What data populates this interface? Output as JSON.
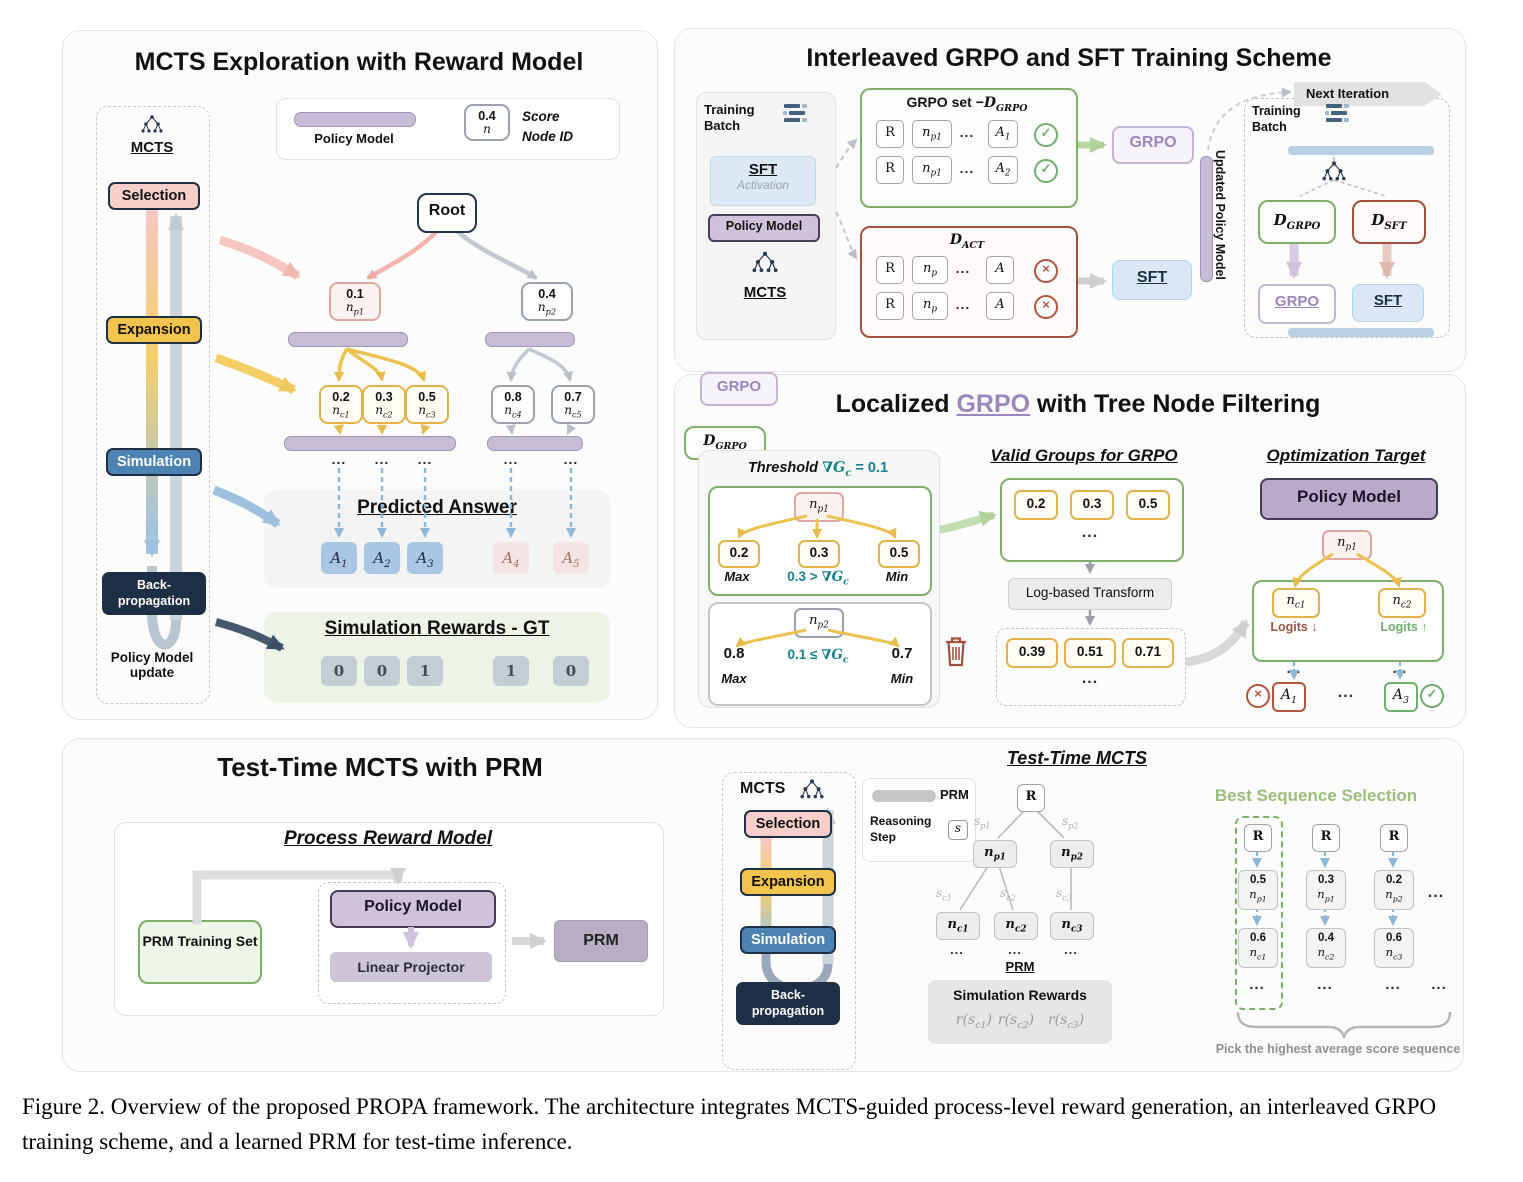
{
  "caption": "Figure 2.  Overview of the proposed PROPA framework.  The architecture integrates MCTS-guided process-level reward generation, an interleaved GRPO training scheme, and a learned PRM for test-time inference.",
  "p1": {
    "title": "MCTS Exploration with Reward Model",
    "pipeline": {
      "mcts": "MCTS",
      "selection": "Selection",
      "expansion": "Expansion",
      "simulation": "Simulation",
      "backprop": "Back-propagation",
      "update": "Policy Model update"
    },
    "legend": {
      "policy_model": "Policy Model",
      "sample_score": "0.4",
      "sample_id": "n",
      "score_label": "Score",
      "node_label": "Node ID"
    },
    "root": "Root",
    "nodes": {
      "np1": {
        "score": "0.1",
        "base": "n",
        "sub": "p1"
      },
      "np2": {
        "score": "0.4",
        "base": "n",
        "sub": "p2"
      },
      "nc1": {
        "score": "0.2",
        "base": "n",
        "sub": "c1"
      },
      "nc2": {
        "score": "0.3",
        "base": "n",
        "sub": "c2"
      },
      "nc3": {
        "score": "0.5",
        "base": "n",
        "sub": "c3"
      },
      "nc4": {
        "score": "0.8",
        "base": "n",
        "sub": "c4"
      },
      "nc5": {
        "score": "0.7",
        "base": "n",
        "sub": "c5"
      }
    },
    "dots": "...",
    "predicted": {
      "title": "Predicted Answer",
      "a1": {
        "base": "A",
        "sub": "1"
      },
      "a2": {
        "base": "A",
        "sub": "2"
      },
      "a3": {
        "base": "A",
        "sub": "3"
      },
      "a4": {
        "base": "A",
        "sub": "4"
      },
      "a5": {
        "base": "A",
        "sub": "5"
      }
    },
    "rewards": {
      "title": "Simulation Rewards - GT",
      "v1": "0",
      "v2": "0",
      "v3": "1",
      "v4": "1",
      "v5": "0"
    }
  },
  "p2": {
    "title": "Interleaved GRPO and SFT Training Scheme",
    "left": {
      "training_batch": "Training Batch",
      "sft": "SFT",
      "activation": "Activation",
      "policy_model": "Policy Model",
      "mcts": "MCTS"
    },
    "grpo_set": {
      "title_pre": "GRPO set ",
      "minus": "−",
      "d": "D",
      "dsub": "GRPO",
      "r": "R",
      "nbase": "n",
      "nsub": "p1",
      "dots": "...",
      "a1": {
        "base": "A",
        "sub": "1"
      },
      "a2": {
        "base": "A",
        "sub": "2"
      },
      "check": "✓"
    },
    "dact": {
      "d": "D",
      "dsub": "ACT",
      "r": "R",
      "nbase": "n",
      "nsub": "p",
      "dots": "...",
      "a": "A",
      "cross": "×"
    },
    "grpo_btn": "GRPO",
    "sft_btn": "SFT",
    "updated": "Updated Policy Model",
    "next_iteration": "Next Iteration",
    "right": {
      "training_batch": "Training Batch",
      "d1": {
        "d": "D",
        "sub": "GRPO"
      },
      "d2": {
        "d": "D",
        "sub": "SFT"
      },
      "grpo": "GRPO",
      "sft": "SFT"
    }
  },
  "p3": {
    "tag_grpo": "GRPO",
    "tag_d": {
      "d": "D",
      "sub": "GRPO"
    },
    "title_pre": "Localized ",
    "title_grpo": "GRPO",
    "title_post": " with Tree Node Filtering",
    "threshold": {
      "label": "Threshold ",
      "nabla": "∇G",
      "sub": "c",
      "eq": " = 0.1"
    },
    "box1": {
      "np1": {
        "base": "n",
        "sub": "p1"
      },
      "v1": "0.2",
      "v2": "0.3",
      "v3": "0.5",
      "max": "Max",
      "min": "Min",
      "cmp": {
        "v": "0.3",
        "op": " > ",
        "nabla": "∇G",
        "sub": "c"
      }
    },
    "box2": {
      "np2": {
        "base": "n",
        "sub": "p2"
      },
      "v1": "0.8",
      "v2": "0.7",
      "max": "Max",
      "min": "Min",
      "cmp": {
        "v": "0.1",
        "op": " ≤ ",
        "nabla": "∇G",
        "sub": "c"
      }
    },
    "valid_title": "Valid Groups for GRPO",
    "group": {
      "v1": "0.2",
      "v2": "0.3",
      "v3": "0.5"
    },
    "transform": "Log-based Transform",
    "loggroup": {
      "v1": "0.39",
      "v2": "0.51",
      "v3": "0.71"
    },
    "opt_title": "Optimization Target",
    "policy_model": "Policy Model",
    "np1": {
      "base": "n",
      "sub": "p1"
    },
    "nc1": {
      "base": "n",
      "sub": "c1"
    },
    "nc2": {
      "base": "n",
      "sub": "c2"
    },
    "logits_down": "Logits ↓",
    "logits_up": "Logits ↑",
    "a1": {
      "base": "A",
      "sub": "1"
    },
    "a3": {
      "base": "A",
      "sub": "3"
    },
    "check": "✓",
    "cross": "×",
    "dots": "..."
  },
  "p4": {
    "title": "Test-Time MCTS with PRM",
    "prm_section": {
      "title": "Process Reward Model",
      "training_set": "PRM Training Set",
      "policy_model": "Policy Model",
      "linear": "Linear Projector",
      "prm": "PRM"
    },
    "pipeline": {
      "mcts": "MCTS",
      "selection": "Selection",
      "expansion": "Expansion",
      "simulation": "Simulation",
      "backprop": "Back-propagation"
    },
    "tt_title": "Test-Time MCTS",
    "legend": {
      "prm": "PRM",
      "reasoning": "Reasoning Step",
      "s": "s"
    },
    "tree": {
      "r": "R",
      "sp1": {
        "base": "s",
        "sub": "p1"
      },
      "sp2": {
        "base": "s",
        "sub": "p2"
      },
      "np1": {
        "base": "n",
        "sub": "p1"
      },
      "np2": {
        "base": "n",
        "sub": "p2"
      },
      "sc1": {
        "base": "s",
        "sub": "c1"
      },
      "sc2": {
        "base": "s",
        "sub": "c2"
      },
      "sc3": {
        "base": "s",
        "sub": "c3"
      },
      "nc1": {
        "base": "n",
        "sub": "c1"
      },
      "nc2": {
        "base": "n",
        "sub": "c2"
      },
      "nc3": {
        "base": "n",
        "sub": "c3"
      },
      "prm_label": "PRM"
    },
    "sim_rewards": {
      "title": "Simulation Rewards",
      "r1": {
        "pre": "r(s",
        "sub": "c1",
        "post": ")"
      },
      "r2": {
        "pre": "r(s",
        "sub": "c2",
        "post": ")"
      },
      "r3": {
        "pre": "r(s",
        "sub": "c3",
        "post": ")"
      }
    },
    "best": {
      "title": "Best Sequence Selection",
      "col1": {
        "r": "R",
        "n1": {
          "score": "0.5",
          "base": "n",
          "sub": "p1"
        },
        "n2": {
          "score": "0.6",
          "base": "n",
          "sub": "c1"
        }
      },
      "col2": {
        "r": "R",
        "n1": {
          "score": "0.3",
          "base": "n",
          "sub": "p1"
        },
        "n2": {
          "score": "0.4",
          "base": "n",
          "sub": "c2"
        }
      },
      "col3": {
        "r": "R",
        "n1": {
          "score": "0.2",
          "base": "n",
          "sub": "p2"
        },
        "n2": {
          "score": "0.6",
          "base": "n",
          "sub": "c3"
        }
      },
      "pick": "Pick the highest average score sequence"
    },
    "dots": "..."
  }
}
